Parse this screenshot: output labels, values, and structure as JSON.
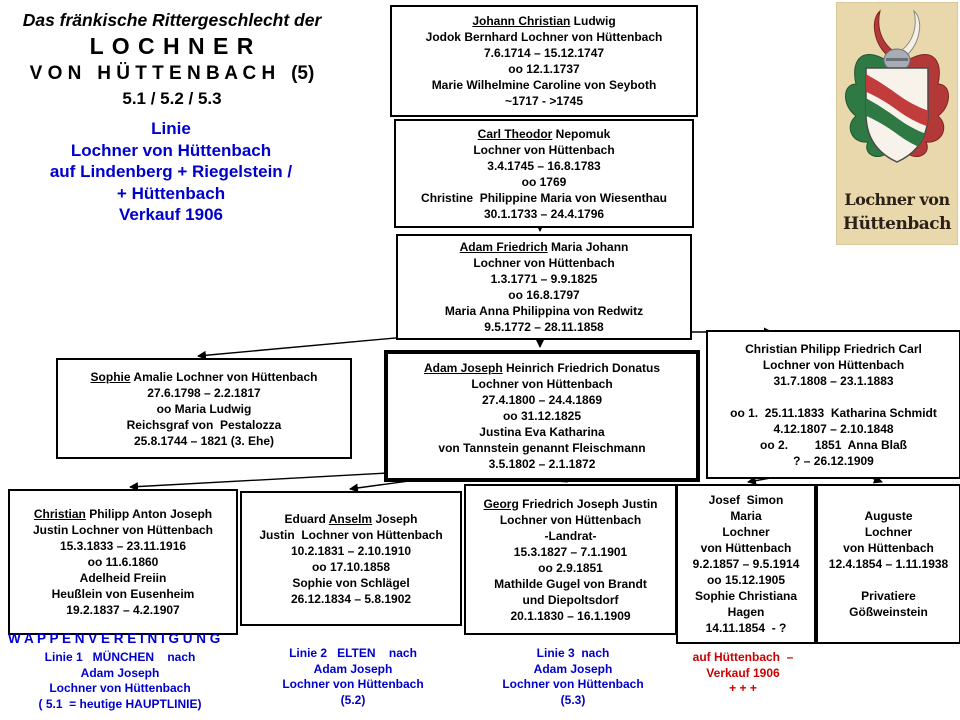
{
  "header": {
    "line1": "Das fränkische Rittergeschlecht der",
    "line2": "L O C H N E R",
    "line3": "V O N   H Ü T T E N B A C H   (5)",
    "line4": "5.1 / 5.2 / 5.3"
  },
  "subtitle": {
    "lines": [
      "Linie",
      "Lochner von Hüttenbach",
      "auf Lindenberg + Riegelstein /",
      "+ Hüttenbach",
      "Verkauf 1906"
    ]
  },
  "crest": {
    "caption_line1": "Lochner von",
    "caption_line2": "Hüttenbach"
  },
  "persons": {
    "johann": {
      "lines": [
        "__Johann Christian__ Ludwig",
        "Jodok Bernhard Lochner von Hüttenbach",
        "7.6.1714 – 15.12.1747",
        "oo 12.1.1737",
        "Marie Wilhelmine Caroline von Seyboth",
        "~1717 - >1745"
      ]
    },
    "carl": {
      "lines": [
        "__Carl Theodor__ Nepomuk",
        "Lochner von Hüttenbach",
        "3.4.1745 – 16.8.1783",
        "oo 1769",
        "Christine  Philippine Maria von Wiesenthau",
        "30.1.1733 – 24.4.1796"
      ]
    },
    "adam_friedrich": {
      "lines": [
        "__Adam Friedrich__ Maria Johann",
        "Lochner von Hüttenbach",
        "1.3.1771 – 9.9.1825",
        "oo 16.8.1797",
        "Maria Anna Philippina von Redwitz",
        "9.5.1772 – 28.11.1858"
      ]
    },
    "sophie": {
      "lines": [
        "__Sophie__ Amalie Lochner von Hüttenbach",
        "27.6.1798 – 2.2.1817",
        "oo Maria Ludwig",
        "Reichsgraf von  Pestalozza",
        "25.8.1744 – 1821 (3. Ehe)"
      ]
    },
    "adam_joseph": {
      "lines": [
        "__Adam Joseph__ Heinrich Friedrich Donatus",
        "Lochner von Hüttenbach",
        "27.4.1800 – 24.4.1869",
        "oo 31.12.1825",
        "Justina Eva Katharina",
        "von Tannstein genannt Fleischmann",
        "3.5.1802 – 2.1.1872"
      ]
    },
    "christian_philipp": {
      "lines": [
        "Christian Philipp Friedrich Carl",
        "Lochner von Hüttenbach",
        "31.7.1808 – 23.1.1883",
        "",
        "oo 1.  25.11.1833  Katharina Schmidt",
        "4.12.1807 – 2.10.1848",
        "oo 2.        1851  Anna Blaß",
        "? – 26.12.1909"
      ]
    },
    "christian_justin": {
      "lines": [
        "__Christian__ Philipp Anton Joseph",
        "Justin Lochner von Hüttenbach",
        "15.3.1833 – 23.11.1916",
        "oo 11.6.1860",
        "Adelheid Freiin",
        "Heußlein von Eusenheim",
        "19.2.1837 – 4.2.1907"
      ]
    },
    "eduard": {
      "lines": [
        "Eduard __Anselm__ Joseph",
        "Justin  Lochner von Hüttenbach",
        "10.2.1831 – 2.10.1910",
        "oo 17.10.1858",
        "Sophie von Schlägel",
        "26.12.1834 – 5.8.1902"
      ]
    },
    "georg": {
      "lines": [
        "__Georg__ Friedrich Joseph Justin",
        "Lochner von Hüttenbach",
        "-Landrat-",
        "15.3.1827 – 7.1.1901",
        "oo 2.9.1851",
        "Mathilde Gugel von Brandt",
        "und Diepoltsdorf",
        "20.1.1830 – 16.1.1909"
      ]
    },
    "josef": {
      "lines": [
        "Josef  Simon",
        "Maria",
        "Lochner",
        "von Hüttenbach",
        "9.2.1857 – 9.5.1914",
        "oo 15.12.1905",
        "Sophie Christiana",
        "Hagen",
        "14.11.1854  - ?"
      ]
    },
    "auguste": {
      "lines": [
        "Auguste",
        "Lochner",
        "von Hüttenbach",
        "12.4.1854 – 1.11.1938",
        "",
        "Privatiere",
        "Gößweinstein"
      ]
    }
  },
  "footer": {
    "wappen": "W A P P E N V E R E I N I G U N G",
    "linie1": [
      "Linie 1   MÜNCHEN    nach",
      "Adam Joseph",
      "Lochner von Hüttenbach",
      "( 5.1  = heutige HAUPTLINIE)"
    ],
    "linie2": [
      "Linie 2   ELTEN    nach",
      "Adam Joseph",
      "Lochner von Hüttenbach",
      "(5.2)"
    ],
    "linie3": [
      "Linie 3  nach",
      "Adam Joseph",
      "Lochner von Hüttenbach",
      "(5.3)"
    ],
    "huettenbach": [
      "auf Hüttenbach  –",
      "Verkauf 1906",
      "+ + +"
    ]
  },
  "colors": {
    "blue": "#0000cc",
    "red": "#cc0000"
  }
}
